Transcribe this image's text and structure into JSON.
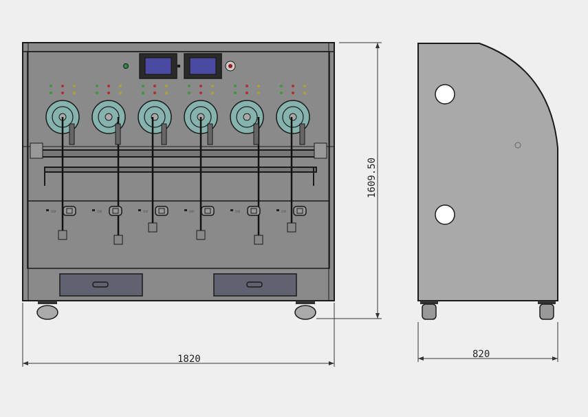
{
  "drawing": {
    "dimensions": {
      "front_width": "1820",
      "height": "1609.50",
      "side_depth": "820"
    },
    "station_count": 6,
    "colors": {
      "background": "#efefef",
      "front_panel": "#8a8a8a",
      "side_panel": "#a9a9a9",
      "screen": "#4a4aa0",
      "dial": "#86b3ad",
      "drawer": "#60636f",
      "line": "#1a1a1a"
    }
  }
}
